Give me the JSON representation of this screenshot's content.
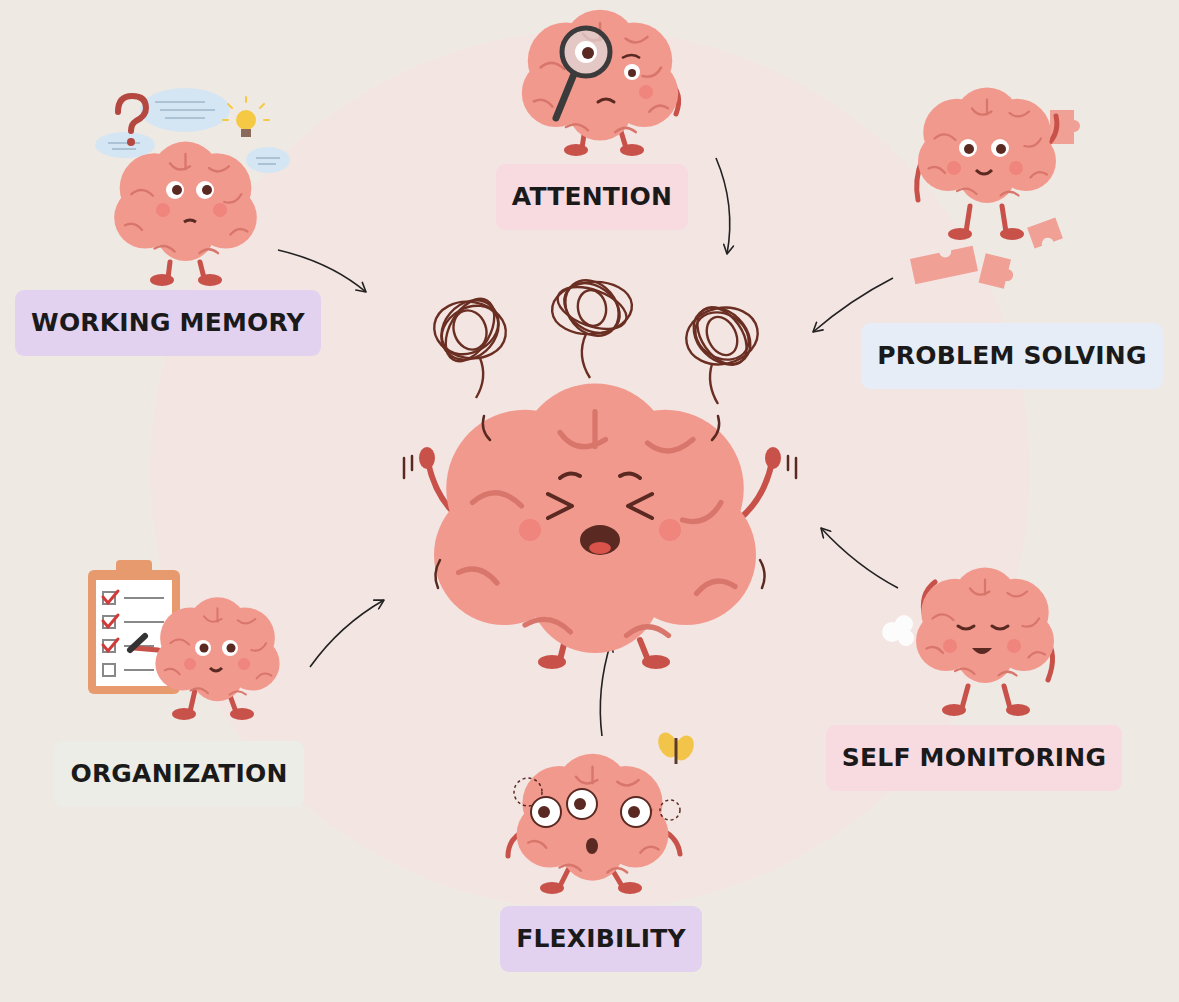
{
  "diagram": {
    "nodes": [
      {
        "text": [
          "ATTENTION"
        ]
      },
      {
        "text": [
          "WORKING MEMORY"
        ]
      },
      {
        "text": [
          "PROBLEM SOLVING"
        ]
      },
      {
        "text": [
          "ORGANIZATION"
        ]
      },
      {
        "text": [
          "SELF MONITORING"
        ]
      },
      {
        "text": [
          "FLEXIBILITY"
        ]
      }
    ]
  }
}
